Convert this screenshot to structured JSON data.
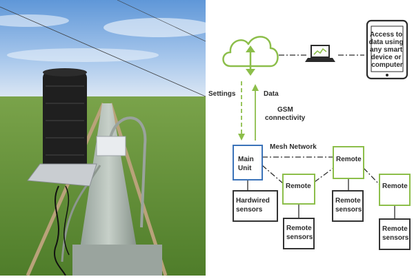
{
  "diagram": {
    "device_text": [
      "Access to",
      "data using",
      "any smart",
      "device or",
      "computer"
    ],
    "settings_label": "Settings",
    "data_label": "Data",
    "gsm_label": [
      "GSM",
      "connectivity"
    ],
    "mesh_label": "Mesh Network",
    "main_unit_label": [
      "Main",
      "Unit"
    ],
    "remote_label": "Remote",
    "hardwired_label": [
      "Hardwired",
      "sensors"
    ],
    "remote_sensors_label": [
      "Remote",
      "sensors"
    ],
    "colors": {
      "green": "#8cbe4a",
      "blue": "#3b73b9",
      "dark_box": "#333333",
      "text": "#2b2b2b"
    },
    "icons": [
      "cloud-icon",
      "laptop-icon",
      "tablet-icon"
    ]
  }
}
